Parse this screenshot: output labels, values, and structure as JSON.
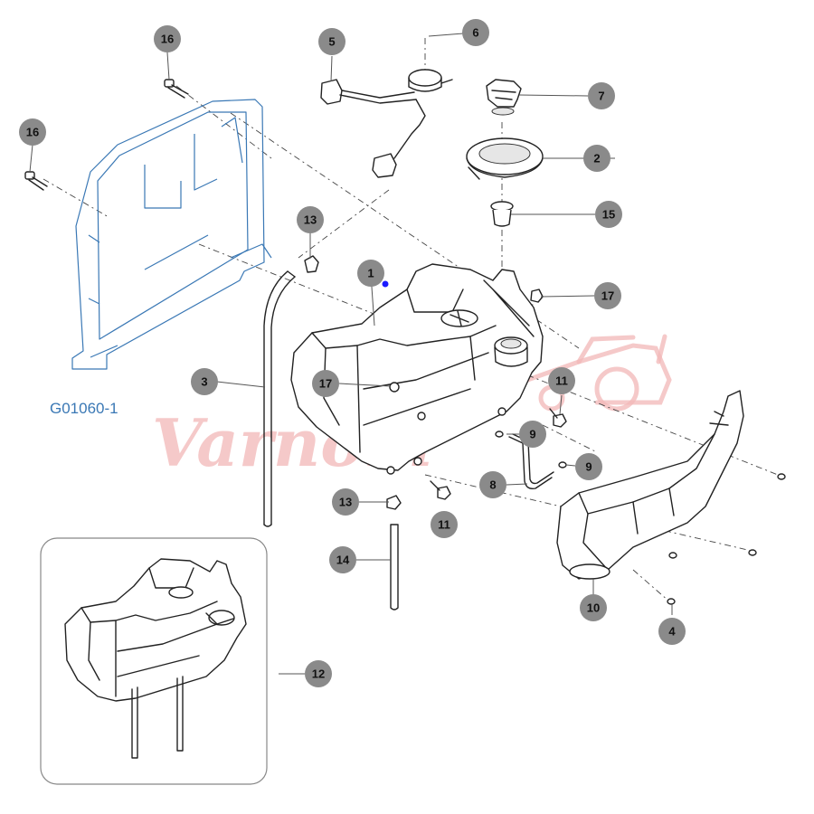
{
  "drawing": {
    "code": "G01060-1"
  },
  "watermark": {
    "text": "Varnom"
  },
  "callouts": [
    {
      "id": "1",
      "label": "1"
    },
    {
      "id": "2",
      "label": "2"
    },
    {
      "id": "3",
      "label": "3"
    },
    {
      "id": "4",
      "label": "4"
    },
    {
      "id": "5",
      "label": "5"
    },
    {
      "id": "6",
      "label": "6"
    },
    {
      "id": "7",
      "label": "7"
    },
    {
      "id": "8",
      "label": "8"
    },
    {
      "id": "9a",
      "label": "9"
    },
    {
      "id": "9b",
      "label": "9"
    },
    {
      "id": "10",
      "label": "10"
    },
    {
      "id": "11a",
      "label": "11"
    },
    {
      "id": "11b",
      "label": "11"
    },
    {
      "id": "12",
      "label": "12"
    },
    {
      "id": "13a",
      "label": "13"
    },
    {
      "id": "13b",
      "label": "13"
    },
    {
      "id": "14",
      "label": "14"
    },
    {
      "id": "15",
      "label": "15"
    },
    {
      "id": "16a",
      "label": "16"
    },
    {
      "id": "16b",
      "label": "16"
    },
    {
      "id": "17a",
      "label": "17"
    },
    {
      "id": "17b",
      "label": "17"
    }
  ]
}
